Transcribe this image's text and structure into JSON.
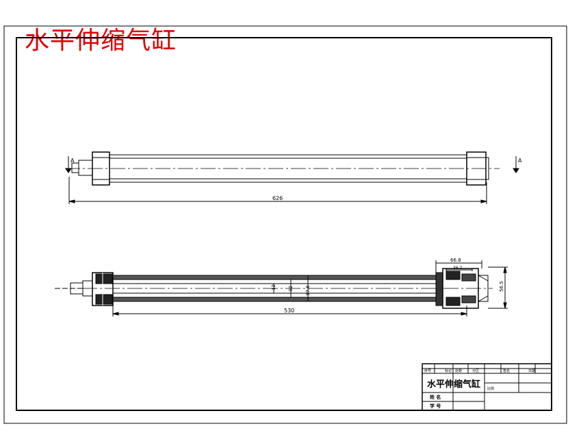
{
  "drawing": {
    "title": "水平伸缩气缸",
    "section_mark": "A",
    "dimensions": {
      "overall_length": "626",
      "barrel_length": "530",
      "dia_1": "12",
      "dia_2": "32",
      "dia_3": "37.6",
      "head_width_1": "66.8",
      "head_width_2": "36.7",
      "head_height": "56.5"
    }
  },
  "title_block": {
    "name": "水平伸缩气缸",
    "header_cells": [
      "序号",
      "标记",
      "处数",
      "分区",
      "签名",
      "日期"
    ],
    "scale_label": "比例",
    "designer_label": "姓  名",
    "student_id_label": "学  号"
  }
}
